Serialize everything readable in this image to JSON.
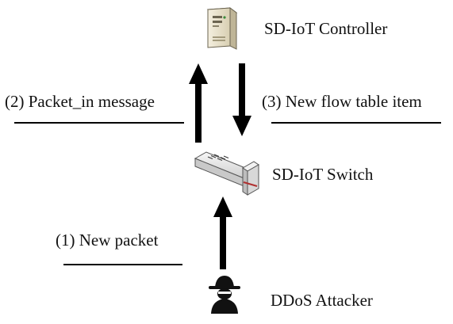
{
  "nodes": {
    "controller": {
      "label": "SD-IoT Controller",
      "icon": "server-icon"
    },
    "switch": {
      "label": "SD-IoT Switch",
      "icon": "network-switch-icon"
    },
    "attacker": {
      "label": "DDoS Attacker",
      "icon": "hacker-icon"
    }
  },
  "edges": {
    "new_packet": {
      "label": "(1) New packet"
    },
    "packet_in": {
      "label": "(2) Packet_in message"
    },
    "new_flow": {
      "label": "(3) New flow table item"
    }
  },
  "colors": {
    "arrow": "#000000",
    "text": "#111111",
    "server_body": "#ece6d2",
    "server_shade": "#cfc6a8",
    "switch_body": "#e8e8e8",
    "switch_accent": "#b03030"
  }
}
